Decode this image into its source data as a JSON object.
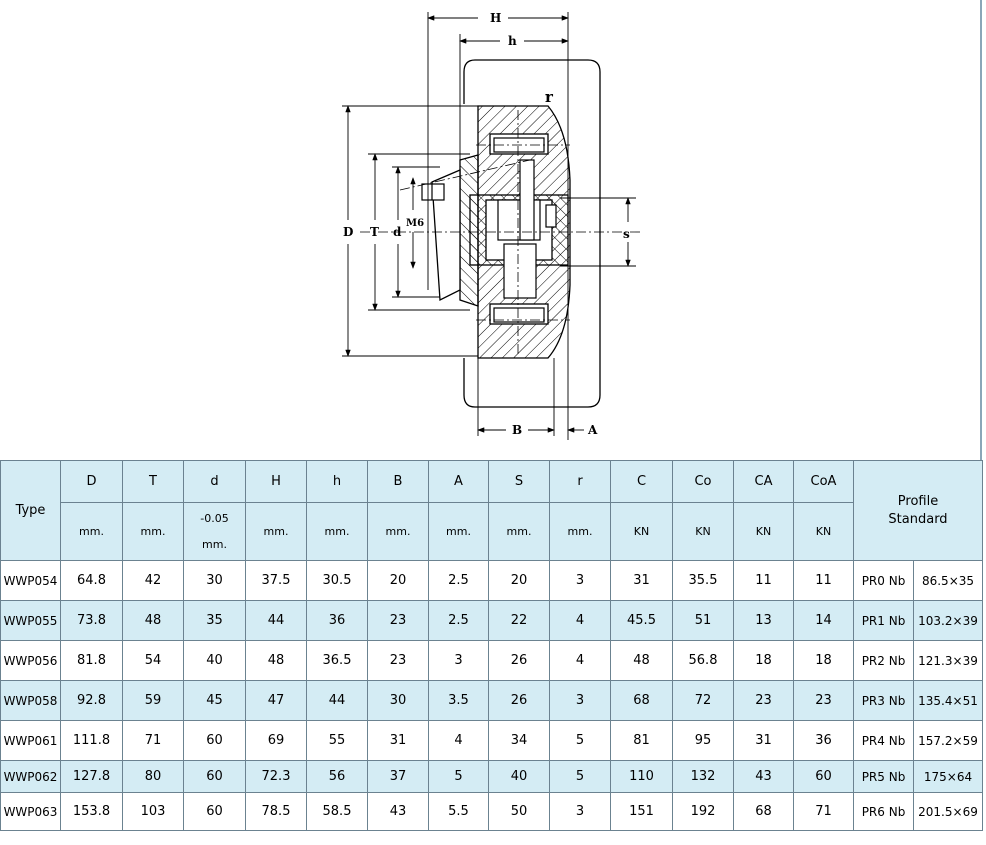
{
  "drawing": {
    "dims": {
      "H": "H",
      "h": "h",
      "r": "r",
      "D": "D",
      "T": "T",
      "d": "d",
      "M": "M6",
      "s": "s",
      "B": "B",
      "A": "A"
    }
  },
  "table": {
    "type_header": "Type",
    "profile_header": [
      "Profile",
      "Standard"
    ],
    "columns": [
      {
        "name": "D",
        "unit": "mm."
      },
      {
        "name": "T",
        "unit": "mm."
      },
      {
        "name": "d",
        "tol": "-0.05",
        "unit": "mm."
      },
      {
        "name": "H",
        "unit": "mm."
      },
      {
        "name": "h",
        "unit": "mm."
      },
      {
        "name": "B",
        "unit": "mm."
      },
      {
        "name": "A",
        "unit": "mm."
      },
      {
        "name": "S",
        "unit": "mm."
      },
      {
        "name": "r",
        "unit": "mm."
      },
      {
        "name": "C",
        "unit": "KN"
      },
      {
        "name": "Co",
        "unit": "KN"
      },
      {
        "name": "CA",
        "unit": "KN"
      },
      {
        "name": "CoA",
        "unit": "KN"
      }
    ],
    "rows": [
      {
        "type": "WWP054",
        "vals": [
          "64.8",
          "42",
          "30",
          "37.5",
          "30.5",
          "20",
          "2.5",
          "20",
          "3",
          "31",
          "35.5",
          "11",
          "11"
        ],
        "profile": "PR0 Nb",
        "size": "86.5×35"
      },
      {
        "type": "WWP055",
        "vals": [
          "73.8",
          "48",
          "35",
          "44",
          "36",
          "23",
          "2.5",
          "22",
          "4",
          "45.5",
          "51",
          "13",
          "14"
        ],
        "profile": "PR1 Nb",
        "size": "103.2×39"
      },
      {
        "type": "WWP056",
        "vals": [
          "81.8",
          "54",
          "40",
          "48",
          "36.5",
          "23",
          "3",
          "26",
          "4",
          "48",
          "56.8",
          "18",
          "18"
        ],
        "profile": "PR2 Nb",
        "size": "121.3×39"
      },
      {
        "type": "WWP058",
        "vals": [
          "92.8",
          "59",
          "45",
          "47",
          "44",
          "30",
          "3.5",
          "26",
          "3",
          "68",
          "72",
          "23",
          "23"
        ],
        "profile": "PR3 Nb",
        "size": "135.4×51"
      },
      {
        "type": "WWP061",
        "vals": [
          "111.8",
          "71",
          "60",
          "69",
          "55",
          "31",
          "4",
          "34",
          "5",
          "81",
          "95",
          "31",
          "36"
        ],
        "profile": "PR4 Nb",
        "size": "157.2×59"
      },
      {
        "type": "WWP062",
        "vals": [
          "127.8",
          "80",
          "60",
          "72.3",
          "56",
          "37",
          "5",
          "40",
          "5",
          "110",
          "132",
          "43",
          "60"
        ],
        "profile": "PR5 Nb",
        "size": "175×64"
      },
      {
        "type": "WWP063",
        "vals": [
          "153.8",
          "103",
          "60",
          "78.5",
          "58.5",
          "43",
          "5.5",
          "50",
          "3",
          "151",
          "192",
          "68",
          "71"
        ],
        "profile": "PR6 Nb",
        "size": "201.5×69"
      }
    ]
  }
}
